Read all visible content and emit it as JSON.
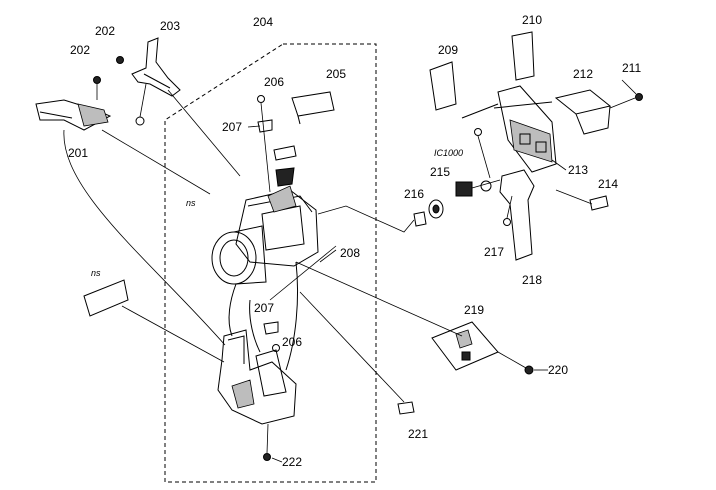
{
  "diagram": {
    "labels": [
      {
        "id": "202a",
        "text": "202"
      },
      {
        "id": "203",
        "text": "203"
      },
      {
        "id": "204",
        "text": "204"
      },
      {
        "id": "202b",
        "text": "202"
      },
      {
        "id": "206a",
        "text": "206"
      },
      {
        "id": "205",
        "text": "205"
      },
      {
        "id": "207a",
        "text": "207"
      },
      {
        "id": "201",
        "text": "201"
      },
      {
        "id": "209",
        "text": "209"
      },
      {
        "id": "210",
        "text": "210"
      },
      {
        "id": "211",
        "text": "211"
      },
      {
        "id": "212",
        "text": "212"
      },
      {
        "id": "ic1000",
        "text": "IC1000"
      },
      {
        "id": "213",
        "text": "213"
      },
      {
        "id": "214",
        "text": "214"
      },
      {
        "id": "216",
        "text": "216"
      },
      {
        "id": "215",
        "text": "215"
      },
      {
        "id": "217",
        "text": "217"
      },
      {
        "id": "218",
        "text": "218"
      },
      {
        "id": "208",
        "text": "208"
      },
      {
        "id": "ns1",
        "text": "ns"
      },
      {
        "id": "ns2",
        "text": "ns"
      },
      {
        "id": "207b",
        "text": "207"
      },
      {
        "id": "206b",
        "text": "206"
      },
      {
        "id": "219",
        "text": "219"
      },
      {
        "id": "220",
        "text": "220"
      },
      {
        "id": "221",
        "text": "221"
      },
      {
        "id": "222",
        "text": "222"
      }
    ]
  }
}
